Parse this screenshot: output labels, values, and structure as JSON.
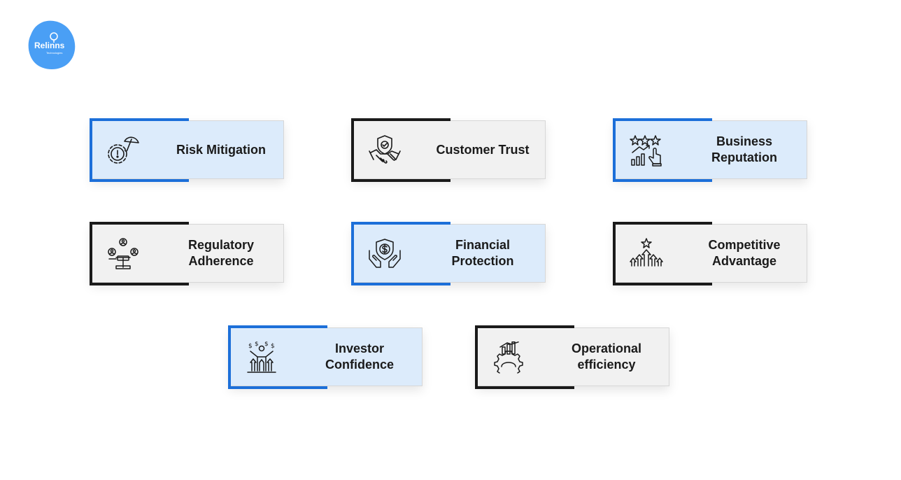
{
  "logo": {
    "name": "Relinns",
    "tagline": "Technologies",
    "color": "#4a9ff5"
  },
  "colors": {
    "blue_accent": "#1c6fd9",
    "blue_fill": "#dcebfb",
    "dark_accent": "#1a1a1a",
    "gray_fill": "#f1f1f1"
  },
  "cards": [
    {
      "label": "Risk Mitigation",
      "style": "blue",
      "icon": "umbrella-gear-icon"
    },
    {
      "label": "Customer Trust",
      "style": "dark",
      "icon": "handshake-shield-icon"
    },
    {
      "label": "Business\nReputation",
      "style": "blue",
      "icon": "stars-growth-icon"
    },
    {
      "label": "Regulatory\nAdherence",
      "style": "dark",
      "icon": "scale-people-icon"
    },
    {
      "label": "Financial\nProtection",
      "style": "blue",
      "icon": "hands-shield-dollar-icon"
    },
    {
      "label": "Competitive\nAdvantage",
      "style": "dark",
      "icon": "arrows-star-icon"
    },
    {
      "label": "Investor\nConfidence",
      "style": "blue",
      "icon": "investor-dollar-icon"
    },
    {
      "label": "Operational\nefficiency",
      "style": "dark",
      "icon": "gear-chart-icon"
    }
  ]
}
